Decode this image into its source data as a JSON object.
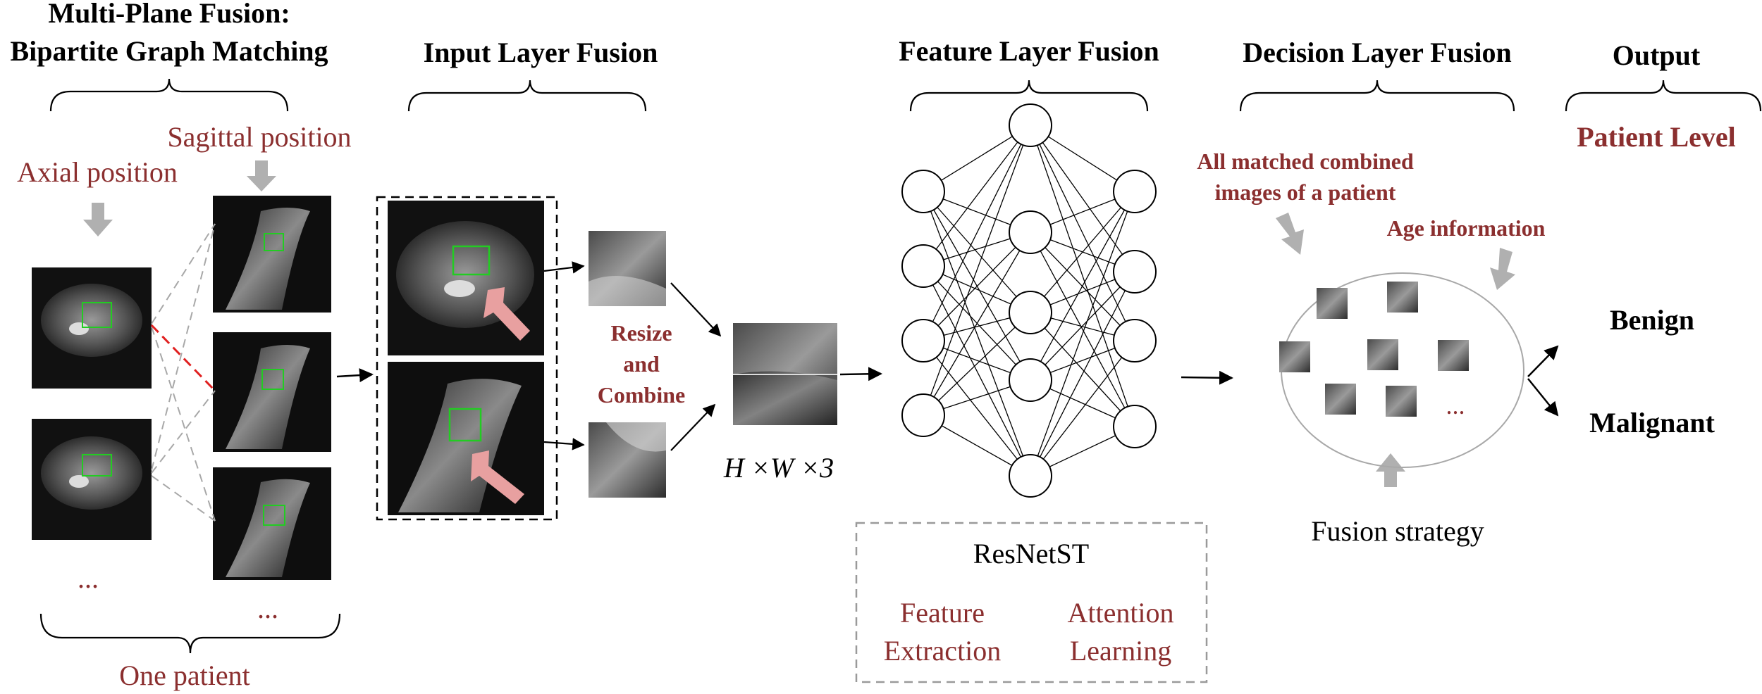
{
  "sections": {
    "multiplane_title_line1": "Multi-Plane Fusion:",
    "multiplane_title_line2": "Bipartite Graph Matching",
    "input_layer_title": "Input Layer Fusion",
    "feature_layer_title": "Feature Layer Fusion",
    "decision_layer_title": "Decision Layer Fusion",
    "output_title": "Output"
  },
  "multiplane": {
    "axial_label": "Axial position",
    "sagittal_label": "Sagittal position",
    "axial_more": "...",
    "sagittal_more": "...",
    "patient_label": "One patient"
  },
  "input_layer": {
    "resize_line1": "Resize",
    "resize_line2": "and",
    "resize_line3": "Combine",
    "dims": "H ×W ×3"
  },
  "feature_layer": {
    "model_name": "ResNetST",
    "feature_line1": "Feature",
    "feature_line2": "Extraction",
    "attention_line1": "Attention",
    "attention_line2": "Learning"
  },
  "decision_layer": {
    "matched_line1": "All matched combined",
    "matched_line2": "images of a patient",
    "age_info": "Age information",
    "more": "...",
    "fusion_strategy": "Fusion strategy"
  },
  "output": {
    "level": "Patient Level",
    "benign": "Benign",
    "malignant": "Malignant"
  },
  "colors": {
    "accent_red": "#8b2f2f",
    "highlight_green": "#22cc22",
    "match_red": "#e02020",
    "arrow_gray": "#b0b0b0",
    "arrow_pink": "#e8a0a0"
  }
}
